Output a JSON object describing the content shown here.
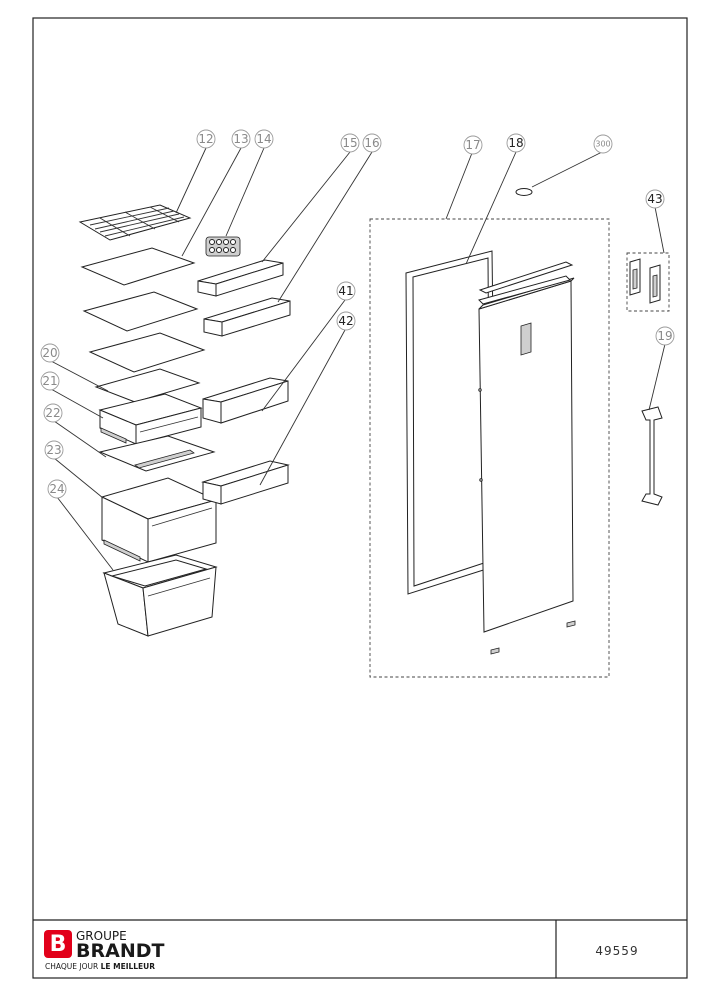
{
  "callouts": {
    "c12": "12",
    "c13": "13",
    "c14": "14",
    "c15": "15",
    "c16": "16",
    "c17": "17",
    "c18": "18",
    "c300": "300",
    "c43": "43",
    "c19": "19",
    "c41": "41",
    "c42": "42",
    "c20": "20",
    "c21": "21",
    "c22": "22",
    "c23": "23",
    "c24": "24"
  },
  "title_block": {
    "brand_line1": "GROUPE",
    "brand_line2": "BRANDT",
    "tagline_prefix": "CHAQUE JOUR ",
    "tagline_bold": "LE MEILLEUR",
    "document_number": "49559"
  },
  "colors": {
    "brand_red": "#e2001a"
  }
}
